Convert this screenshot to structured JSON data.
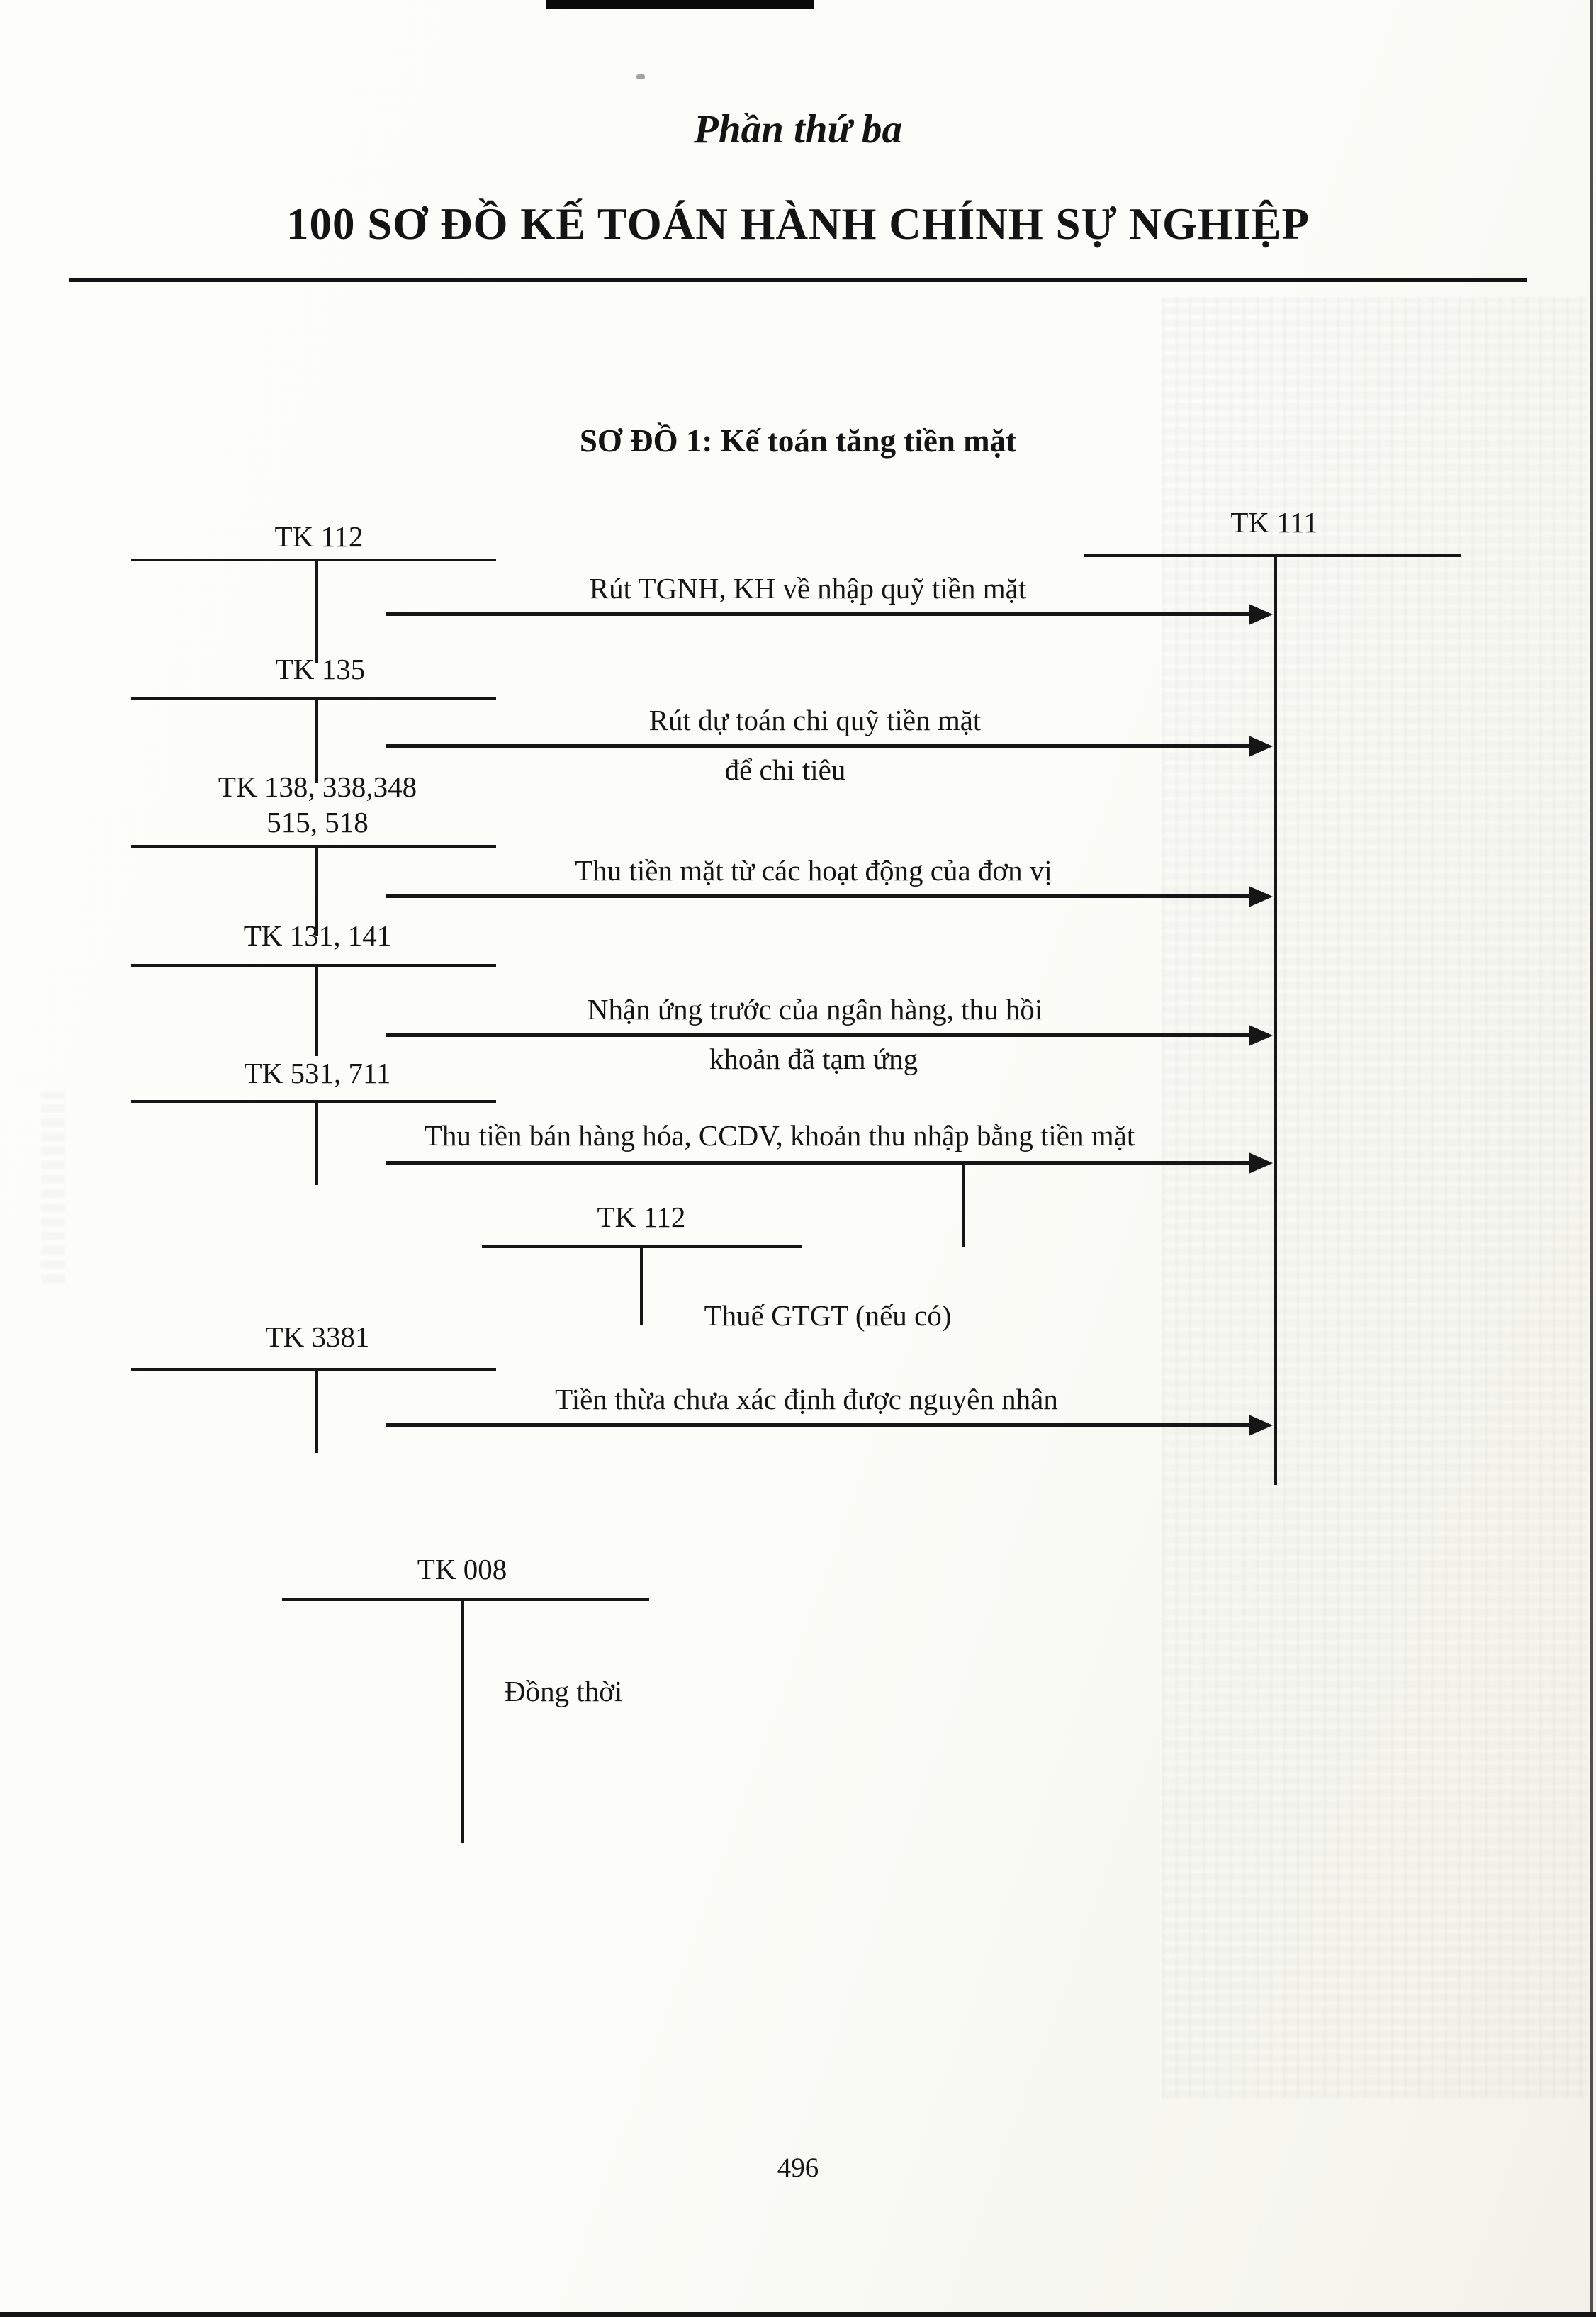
{
  "colors": {
    "ink": "#151515",
    "paper": "#fcfcf8"
  },
  "header": {
    "part_title": "Phần thứ ba",
    "book_title": "100 SƠ ĐỒ KẾ TOÁN HÀNH CHÍNH SỰ NGHIỆP"
  },
  "diagram": {
    "title": "SƠ ĐỒ 1: Kế toán tăng tiền mặt",
    "target_account": {
      "label": "TK 111"
    },
    "accounts": [
      {
        "id": "tk112",
        "label": "TK 112"
      },
      {
        "id": "tk135",
        "label": "TK 135"
      },
      {
        "id": "tk138",
        "label": "TK 138, 338,348",
        "label2": "515, 518"
      },
      {
        "id": "tk131",
        "label": "TK 131, 141"
      },
      {
        "id": "tk531",
        "label": "TK 531, 711"
      },
      {
        "id": "tk112b",
        "label": "TK 112"
      },
      {
        "id": "tk3381",
        "label": "TK 3381"
      },
      {
        "id": "tk008",
        "label": "TK 008"
      }
    ],
    "flows": [
      {
        "label": "Rút TGNH, KH về nhập quỹ tiền mặt"
      },
      {
        "label": "Rút dự toán chi quỹ tiền mặt",
        "label2": "để chi tiêu"
      },
      {
        "label": "Thu tiền mặt từ các hoạt động của đơn vị"
      },
      {
        "label": "Nhận ứng trước của ngân hàng, thu hồi",
        "label2": "khoản đã tạm ứng"
      },
      {
        "label": "Thu tiền bán hàng hóa, CCDV, khoản thu nhập bằng tiền mặt"
      },
      {
        "label": "Thuế GTGT (nếu có)"
      },
      {
        "label": "Tiền thừa chưa xác định được nguyên nhân"
      }
    ],
    "simultaneous_note": "Đồng thời"
  },
  "footer": {
    "page_number": "496"
  }
}
